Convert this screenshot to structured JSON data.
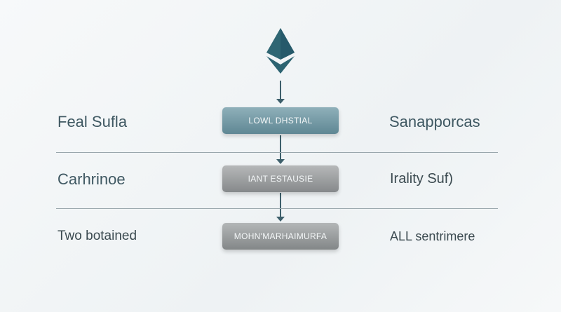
{
  "logo": {
    "icon": "ethereum-icon",
    "color": "#2f6673"
  },
  "rows": [
    {
      "left": "Feal Sufla",
      "box": "LOWL DHSTIAL",
      "right": "Sanapporcas"
    },
    {
      "left": "Carhrinoe",
      "box": "IANT ESTAUSIE",
      "right": "Irality Suf)"
    },
    {
      "left": "Two botained",
      "box": "MOHN'MARHAIMURFA",
      "right": "ALL sentrimere"
    }
  ]
}
